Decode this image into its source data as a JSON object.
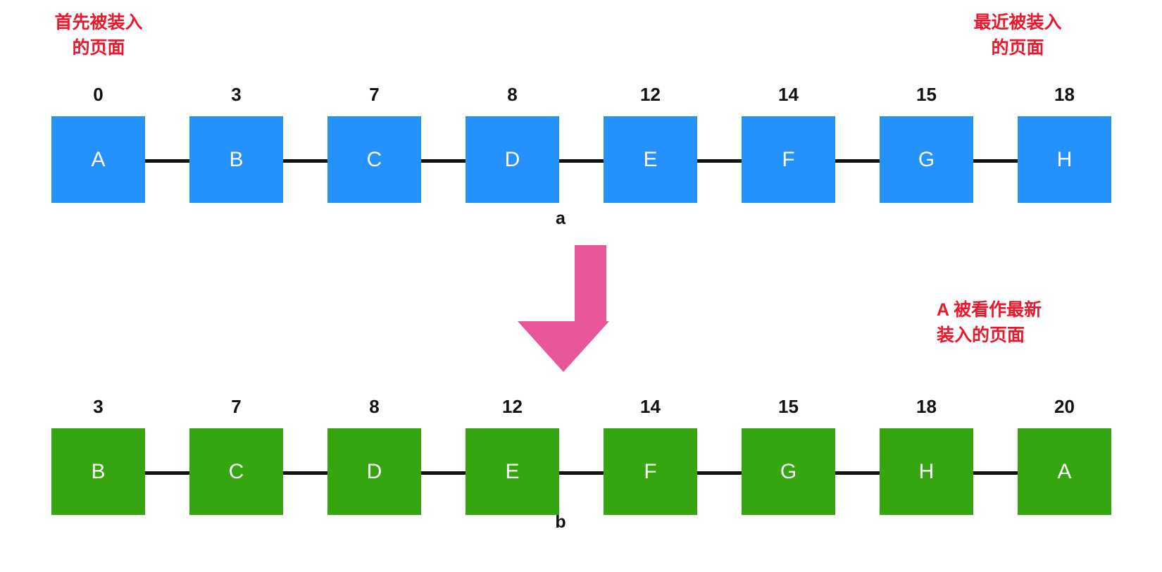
{
  "diagram": {
    "title_caption_a": "a",
    "title_caption_b": "b",
    "annotations": {
      "first_loaded": "首先被装入\n的页面",
      "most_recently_loaded": "最近被装入\n的页面",
      "a_is_newest": "A 被看作最新\n装入的页面"
    },
    "colors": {
      "blue": "#2491fc",
      "green": "#35a610",
      "pink_arrow": "#e8569a",
      "red_text": "#e8192c",
      "line": "#111111"
    },
    "arrow": {
      "name": "down-arrow",
      "direction": "down",
      "color": "#e8569a"
    },
    "rows": [
      {
        "id": "before",
        "caption": "a",
        "color": "blue",
        "cells": [
          {
            "number": "0",
            "letter": "A"
          },
          {
            "number": "3",
            "letter": "B"
          },
          {
            "number": "7",
            "letter": "C"
          },
          {
            "number": "8",
            "letter": "D"
          },
          {
            "number": "12",
            "letter": "E"
          },
          {
            "number": "14",
            "letter": "F"
          },
          {
            "number": "15",
            "letter": "G"
          },
          {
            "number": "18",
            "letter": "H"
          }
        ]
      },
      {
        "id": "after",
        "caption": "b",
        "color": "green",
        "cells": [
          {
            "number": "3",
            "letter": "B"
          },
          {
            "number": "7",
            "letter": "C"
          },
          {
            "number": "8",
            "letter": "D"
          },
          {
            "number": "12",
            "letter": "E"
          },
          {
            "number": "14",
            "letter": "F"
          },
          {
            "number": "15",
            "letter": "G"
          },
          {
            "number": "18",
            "letter": "H"
          },
          {
            "number": "20",
            "letter": "A"
          }
        ]
      }
    ]
  }
}
